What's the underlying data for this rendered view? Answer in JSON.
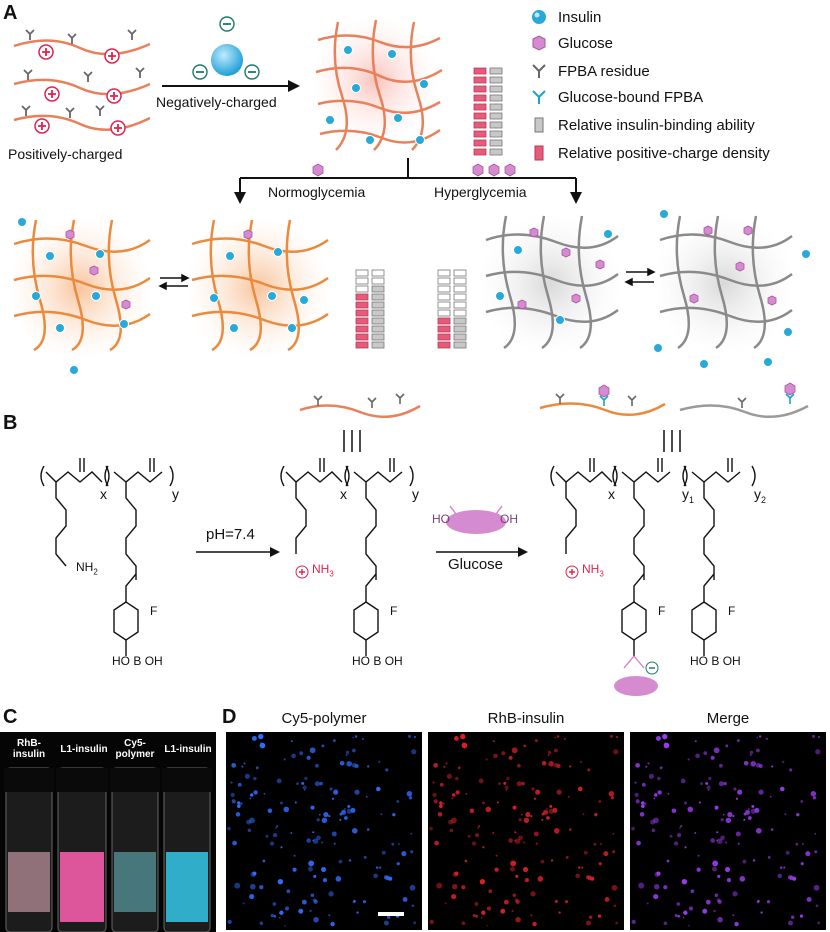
{
  "figure": {
    "panel_labels": {
      "a": "A",
      "b": "B",
      "c": "C",
      "d": "D"
    },
    "legend": [
      {
        "icon": "insulin-icon",
        "text": "Insulin"
      },
      {
        "icon": "glucose-icon",
        "text": "Glucose"
      },
      {
        "icon": "fpba-residue-icon",
        "text": "FPBA residue"
      },
      {
        "icon": "glucose-bound-fpba-icon",
        "text": "Glucose-bound FPBA"
      },
      {
        "icon": "grey-bar-icon",
        "text": "Relative insulin-binding ability"
      },
      {
        "icon": "pink-bar-icon",
        "text": "Relative positive-charge density"
      }
    ],
    "panel_a": {
      "positively_charged": "Positively-charged",
      "negatively_charged": "Negatively-charged",
      "normoglycemia": "Normoglycemia",
      "hyperglycemia": "Hyperglycemia"
    },
    "panel_b": {
      "ph_label": "pH=7.4",
      "glucose_label": "Glucose",
      "x": "x",
      "y": "y",
      "y1": "y",
      "y1_sub": "1",
      "y2": "y",
      "y2_sub": "2",
      "nh2": "NH",
      "nh2_sub": "2",
      "nh3": "NH",
      "nh3_sub": "3",
      "nh": "NH",
      "h": "H",
      "n": "N",
      "o": "O",
      "f": "F",
      "b": "B",
      "oh": "OH",
      "ho": "HO"
    },
    "panel_c": {
      "vials": [
        "RhB-\ninsulin",
        "L1-insulin",
        "Cy5-\npolymer",
        "L1-insulin"
      ]
    },
    "panel_d": {
      "titles": [
        "Cy5-polymer",
        "RhB-insulin",
        "Merge"
      ]
    },
    "colors": {
      "chain_orange": "#e8815a",
      "chain_grey": "#8a8a8a",
      "insulin_blue": "#29a9d9",
      "glucose_pink": "#d58bd0",
      "charge_red": "#e0234e",
      "bar_pink": "#e85a7a",
      "bar_grey": "#c8c8c8"
    }
  }
}
